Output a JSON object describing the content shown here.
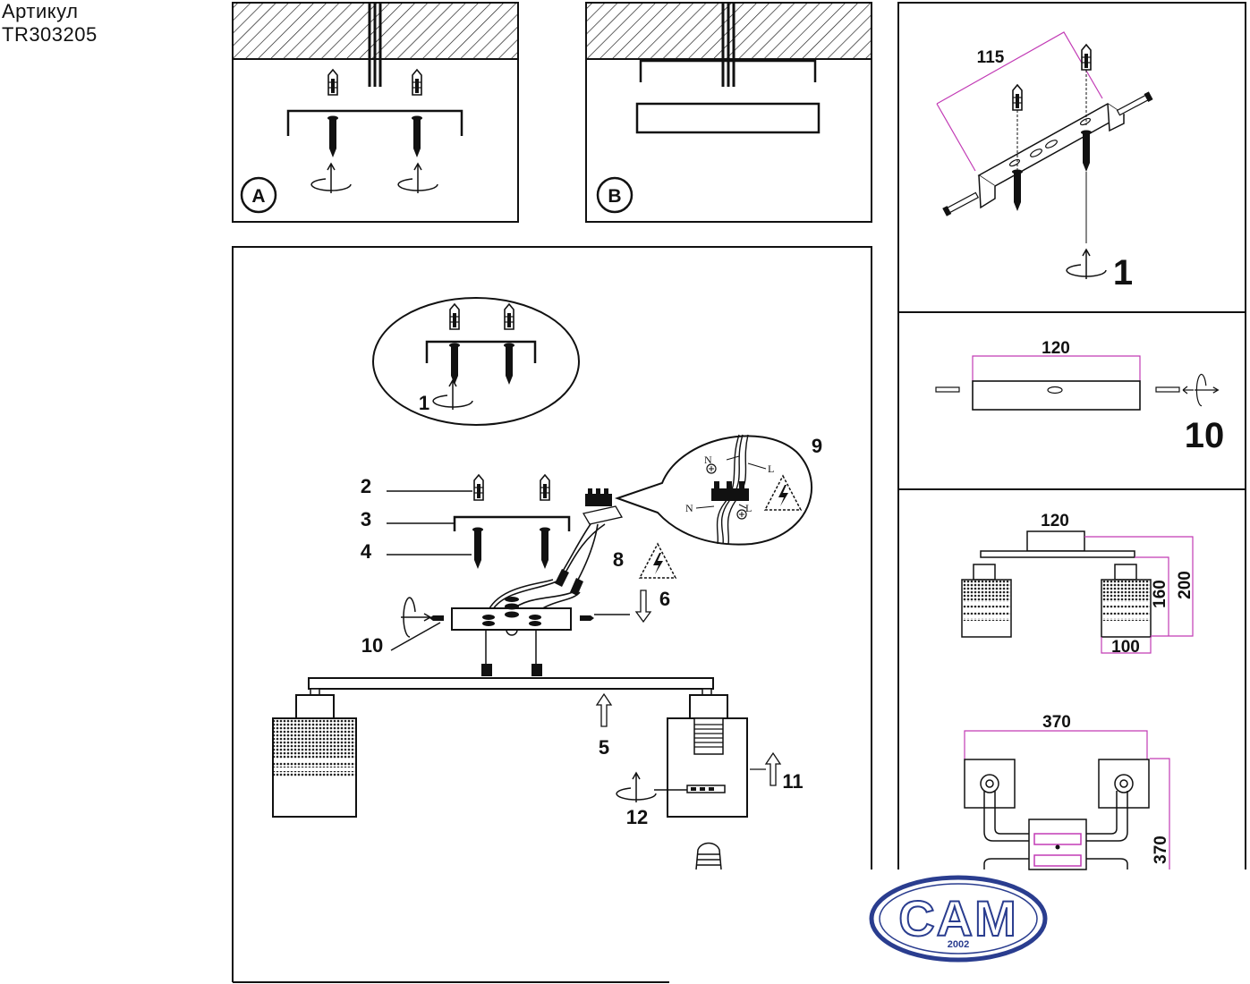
{
  "header": {
    "label": "Артикул",
    "sku": "TR303205"
  },
  "panels": {
    "a_label": "A",
    "b_label": "B"
  },
  "steps": {
    "s1": "1",
    "s1_oval": "1",
    "s2": "2",
    "s3": "3",
    "s4": "4",
    "s5": "5",
    "s6": "6",
    "s8": "8",
    "s9": "9",
    "s10": "10",
    "s10_side": "10",
    "s11": "11",
    "s12": "12"
  },
  "wiring": {
    "n_top": "N",
    "l_top": "L",
    "n_bottom": "N",
    "l_bottom": "L"
  },
  "dimensions": {
    "bracket_width": "115",
    "base_width": "120",
    "canopy_width": "120",
    "height_total": "200",
    "height_shade": "160",
    "shade_width": "100",
    "top_width": "370",
    "top_depth": "370"
  },
  "logo": {
    "text": "CAM",
    "year": "2002"
  },
  "colors": {
    "line": "#111111",
    "dimension": "#c23bb5",
    "logo_blue": "#2a3d8f"
  }
}
